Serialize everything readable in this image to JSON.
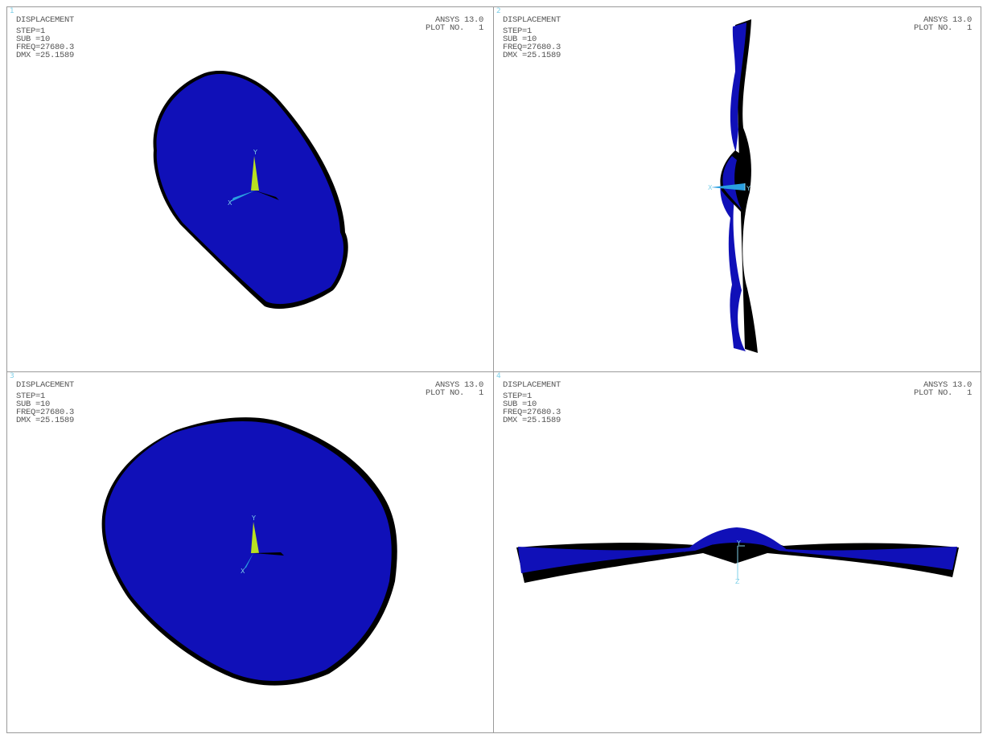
{
  "viewports": [
    {
      "number": "1",
      "title": "DISPLACEMENT",
      "step": "STEP=1",
      "sub": "SUB =10",
      "freq": "FREQ=27680.3",
      "dmx": "DMX =25.1589",
      "software": "ANSYS 13.0",
      "plot": "PLOT NO.   1",
      "triad": {
        "y": "Y",
        "x": "X"
      }
    },
    {
      "number": "2",
      "title": "DISPLACEMENT",
      "step": "STEP=1",
      "sub": "SUB =10",
      "freq": "FREQ=27680.3",
      "dmx": "DMX =25.1589",
      "software": "ANSYS 13.0",
      "plot": "PLOT NO.   1",
      "triad": {
        "y": "Y",
        "x": "X"
      }
    },
    {
      "number": "3",
      "title": "DISPLACEMENT",
      "step": "STEP=1",
      "sub": "SUB =10",
      "freq": "FREQ=27680.3",
      "dmx": "DMX =25.1589",
      "software": "ANSYS 13.0",
      "plot": "PLOT NO.   1",
      "triad": {
        "y": "Y",
        "x": "X"
      }
    },
    {
      "number": "4",
      "title": "DISPLACEMENT",
      "step": "STEP=1",
      "sub": "SUB =10",
      "freq": "FREQ=27680.3",
      "dmx": "DMX =25.1589",
      "software": "ANSYS 13.0",
      "plot": "PLOT NO.   1",
      "triad": {
        "y": "Y",
        "z": "Z"
      }
    }
  ],
  "colors": {
    "mesh": "#1010b8",
    "mesh_dark": "#000000",
    "triad_y": "#b8e020",
    "triad_x": "#2a9fe0",
    "triad_label": "#7fd0e8",
    "frame": "#9a9a9a"
  }
}
